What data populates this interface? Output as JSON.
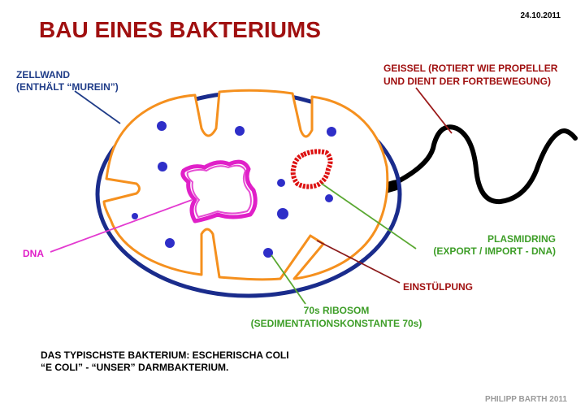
{
  "title": "BAU EINES BAKTERIUMS",
  "date": "24.10.2011",
  "labels": {
    "zellwand_1": "ZELLWAND",
    "zellwand_2": "(ENTHÄLT “MUREIN”)",
    "geissel_1": "GEISSEL (ROTIERT WIE PROPELLER",
    "geissel_2": "UND DIENT DER FORTBEWEGUNG)",
    "dna": "DNA",
    "plasmidring_1": "PLASMIDRING",
    "plasmidring_2": "(EXPORT / IMPORT - DNA)",
    "einstuelpung": "EINSTÜLPUNG",
    "ribosom_1": "70s RIBOSOM",
    "ribosom_2": "(SEDIMENTATIONSKONSTANTE 70s)"
  },
  "caption": {
    "line1": "DAS TYPISCHSTE BAKTERIUM: ESCHERISCHA COLI",
    "line2": "“E COLI” - “UNSER” DARMBAKTERIUM."
  },
  "credit": "PHILIPP BARTH 2011",
  "colors": {
    "title": "#a01010",
    "cell_wall": "#1a2c8c",
    "membrane": "#f5901e",
    "ribosome": "#2e2ec8",
    "dna": "#e020c8",
    "plasmid": "#dd1111",
    "flagellum": "#000000",
    "leader_wall": "#1f3c88",
    "leader_flagellum": "#9c1a1a",
    "leader_dna": "#e33ad0",
    "leader_green": "#5aa832",
    "leader_invagination": "#8b1a1a",
    "text_blue": "#1f3c88",
    "text_red": "#a01010",
    "text_magenta": "#e020c8",
    "text_green": "#3e9e28",
    "text_black": "#000000",
    "credit": "#9a9a9a"
  }
}
